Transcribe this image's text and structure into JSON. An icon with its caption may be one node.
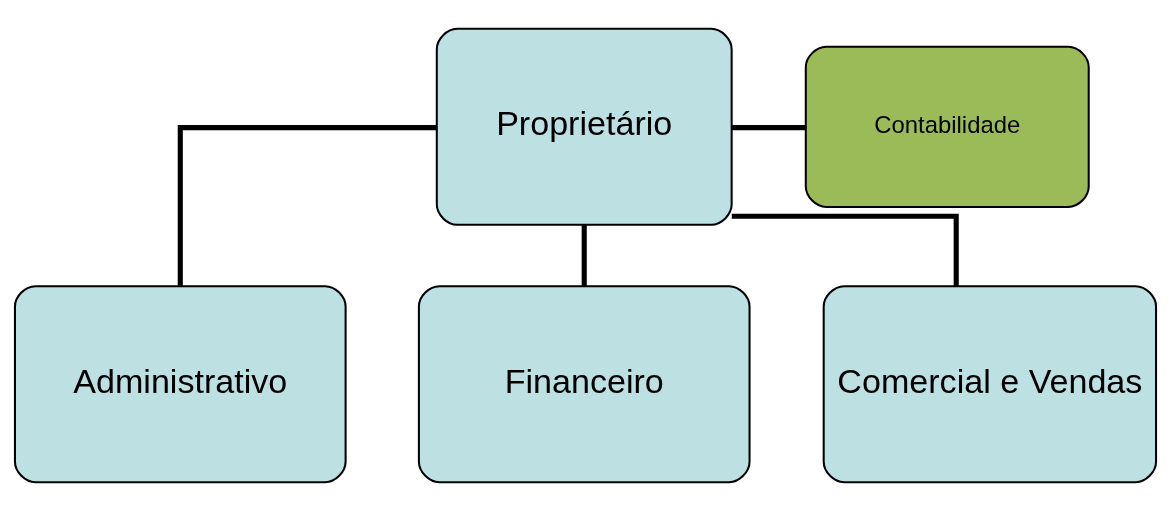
{
  "diagram": {
    "nodes": [
      {
        "text": [
          "Proprietário"
        ]
      },
      {
        "text": [
          "Contabilidade"
        ]
      },
      {
        "text": [
          "Administrativo"
        ]
      },
      {
        "text": [
          "Financeiro"
        ]
      },
      {
        "text": [
          "Comercial e Vendas"
        ]
      }
    ],
    "edges": [
      {
        "from": 0,
        "to": 1,
        "arrow": "none"
      },
      {
        "from": 0,
        "to": 2,
        "arrow": "none"
      },
      {
        "from": 0,
        "to": 3,
        "arrow": "none"
      },
      {
        "from": 0,
        "to": 4,
        "arrow": "none"
      }
    ]
  }
}
